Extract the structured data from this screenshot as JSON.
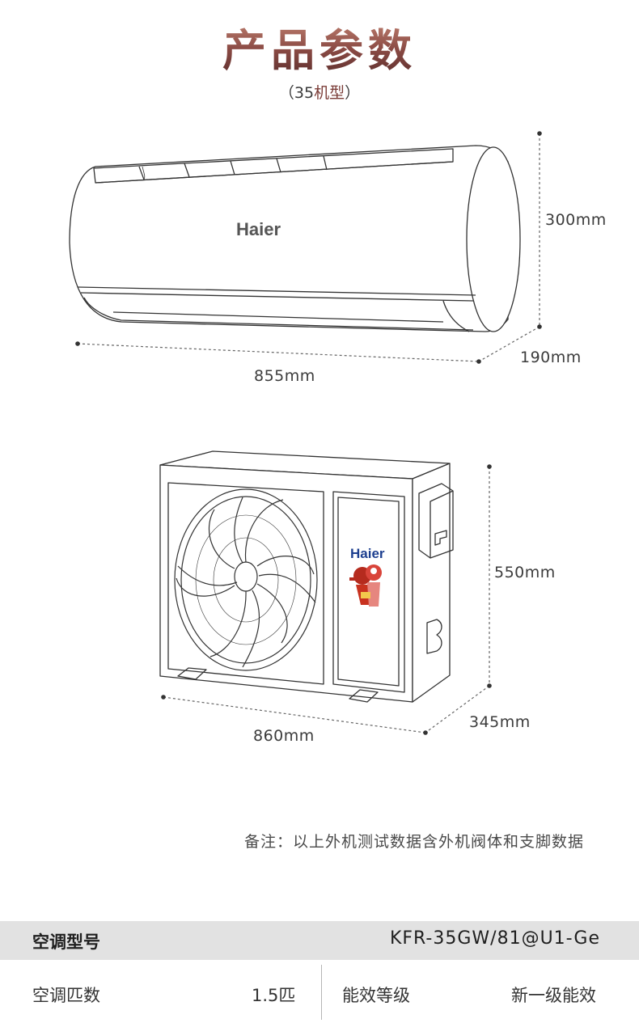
{
  "header": {
    "title": "产品参数",
    "subtitle_open": "（",
    "subtitle_model": "35",
    "subtitle_type": "机型",
    "subtitle_close": "）"
  },
  "indoor_unit": {
    "brand": "Haier",
    "height": "300mm",
    "depth": "190mm",
    "width": "855mm"
  },
  "outdoor_unit": {
    "brand": "Haier",
    "height": "550mm",
    "depth": "345mm",
    "width": "860mm"
  },
  "note": "备注：以上外机测试数据含外机阀体和支脚数据",
  "specs": {
    "model_label": "空调型号",
    "model_value": "KFR-35GW/81@U1-Ge",
    "hp_label": "空调匹数",
    "hp_value": "1.5匹",
    "efficiency_label": "能效等级",
    "efficiency_value": "新一级能效"
  },
  "colors": {
    "title_gradient_top": "#c98a78",
    "title_gradient_bottom": "#5a2d2c",
    "subtitle_accent": "#7a3b36",
    "line": "#333333",
    "dimension_line": "#555555",
    "haier_blue": "#1d3f8f",
    "spec_header_bg": "#e2e2e2"
  }
}
